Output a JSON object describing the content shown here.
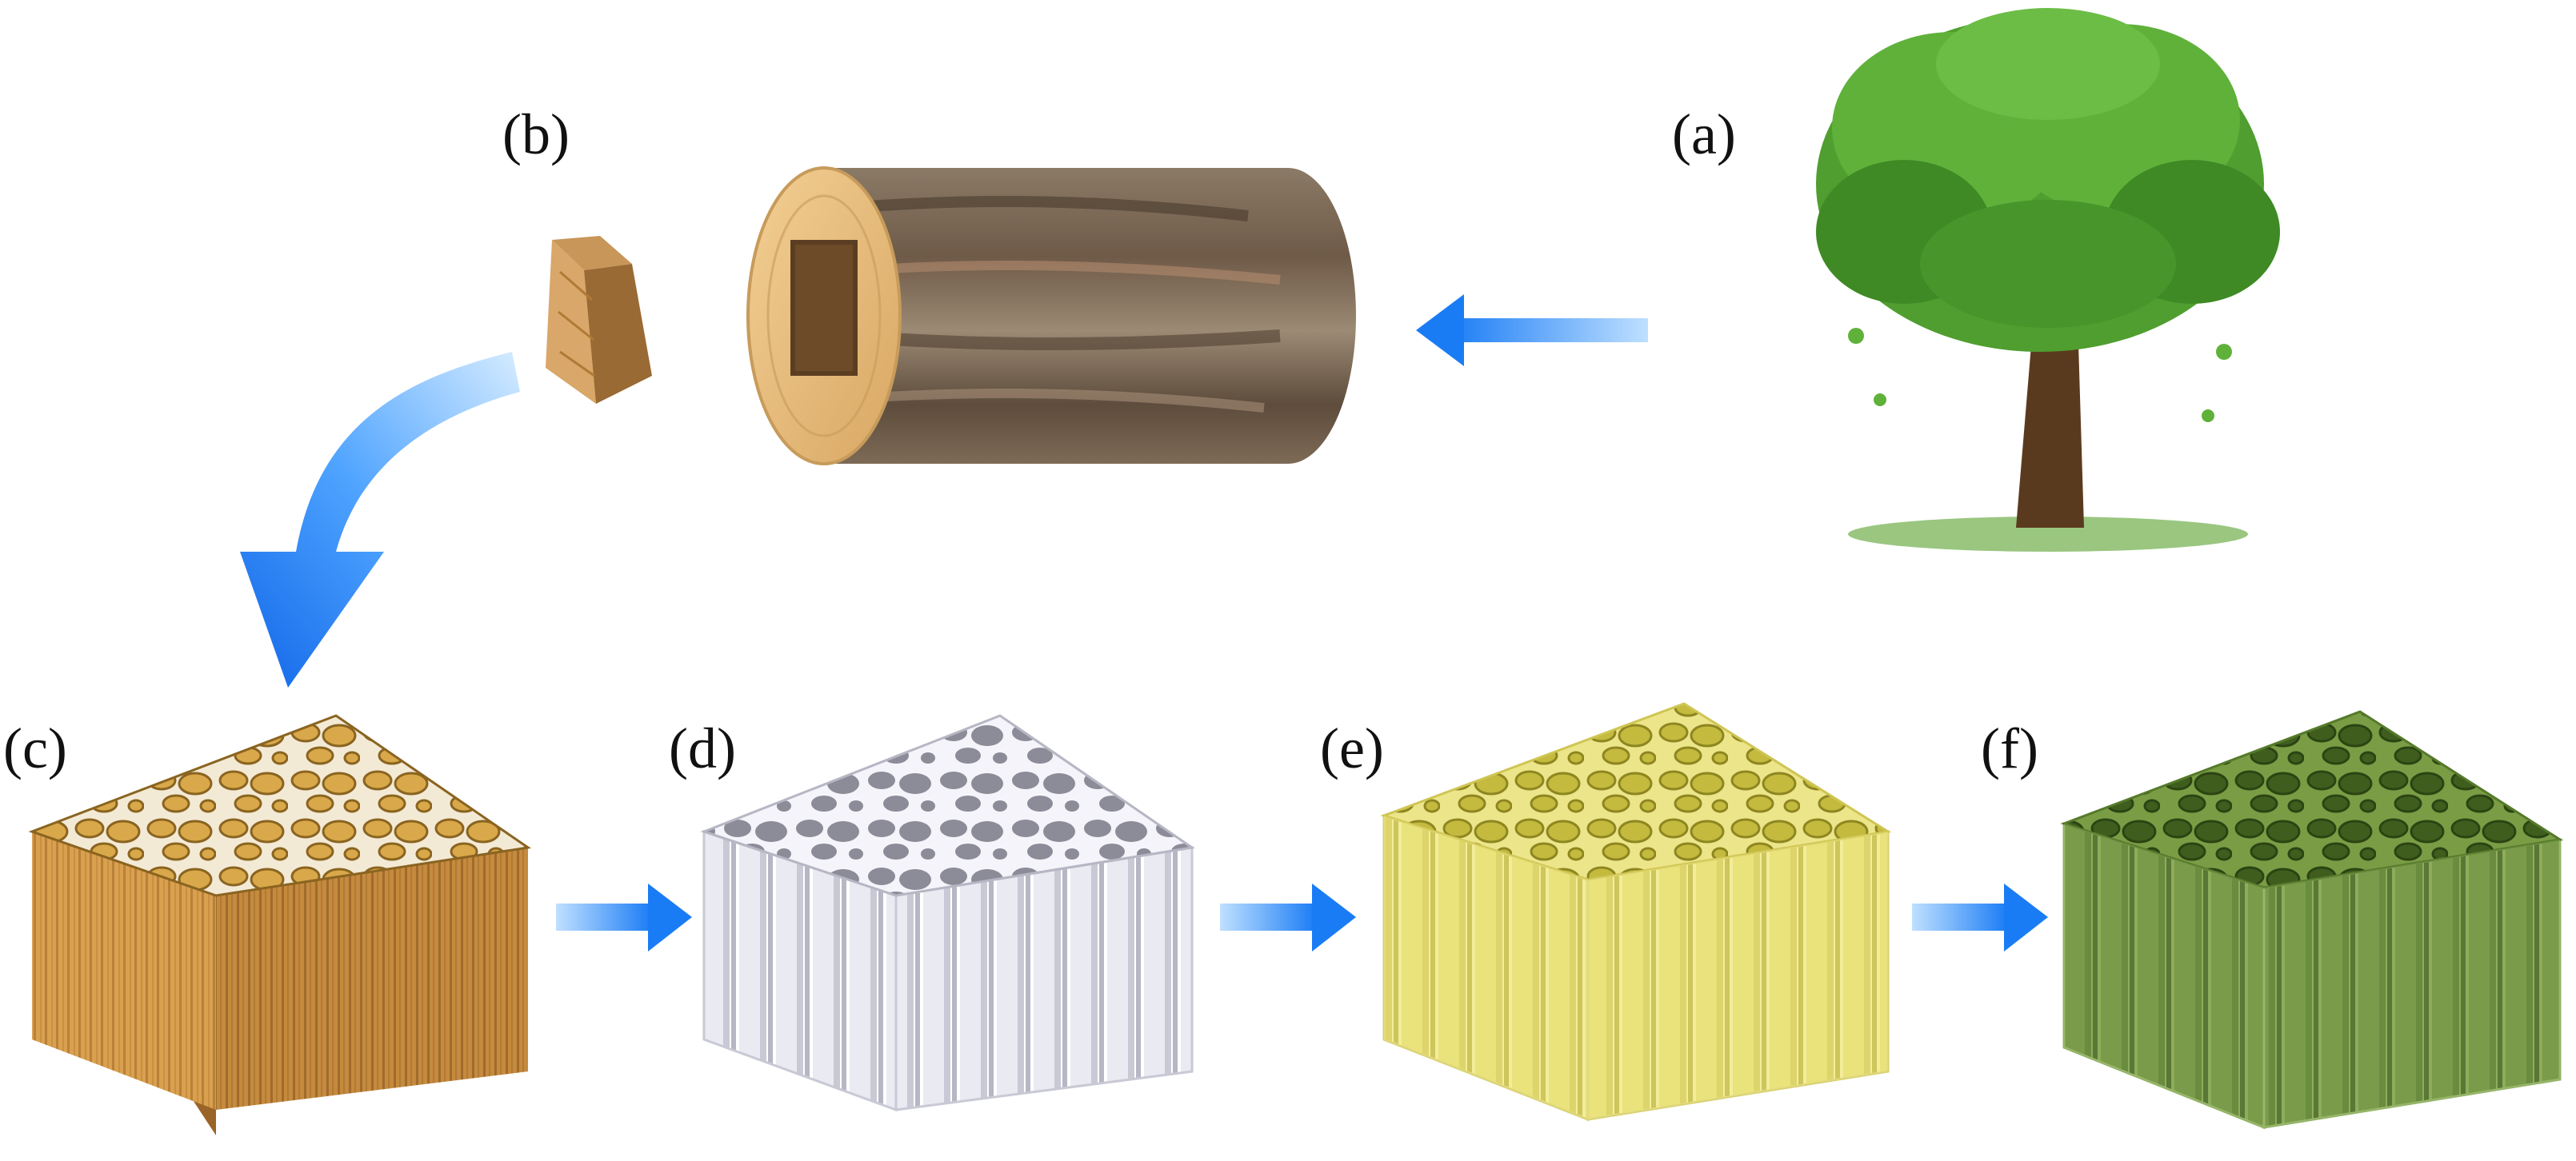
{
  "labels": {
    "a": "(a)",
    "b": "(b)",
    "c": "(c)",
    "d": "(d)",
    "e": "(e)",
    "f": "(f)"
  },
  "colors": {
    "arrow_blue": "#1a7cf5",
    "arrow_light": "#bfe0ff",
    "wood_light": "#e8b86a",
    "wood_dark": "#b07a36",
    "bark": "#7a6a58",
    "leaf_green": "#4f9e2f",
    "trunk_brown": "#5a3a1e",
    "template_white": "#f2f2f8",
    "template_lumen": "#8c8c98",
    "yellow_block": "#e6df7a",
    "yellow_lumen": "#b9b03a",
    "green_block": "#6b8e3a",
    "green_lumen": "#3f5e1e"
  },
  "icons": [
    "tree-icon",
    "log-icon",
    "wood-cube-icon",
    "arrow-icon",
    "curved-arrow-icon"
  ]
}
